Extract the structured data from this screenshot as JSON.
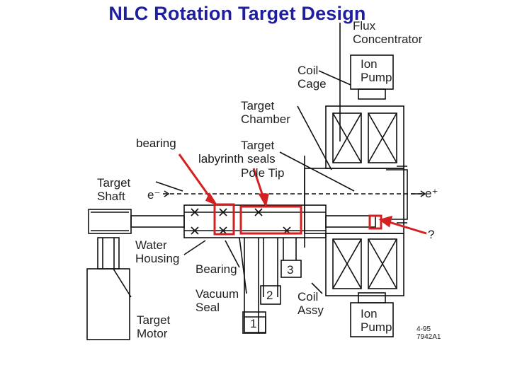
{
  "slide": {
    "title": "NLC Rotation Target Design"
  },
  "annotations": {
    "bearing": "bearing",
    "labyrinth": "labyrinth seals",
    "question": "?"
  },
  "labels": {
    "flux_concentrator": [
      "Flux",
      "Concentrator"
    ],
    "ion_pump_top": [
      "Ion",
      "Pump"
    ],
    "coil_cage": [
      "Coil",
      "Cage"
    ],
    "target_chamber": [
      "Target",
      "Chamber"
    ],
    "target_pole_tip": [
      "Target",
      "Pole Tip"
    ],
    "target_shaft": [
      "Target",
      "Shaft"
    ],
    "e_minus": "e⁻",
    "e_plus": "e⁺",
    "water_housing": [
      "Water",
      "Housing"
    ],
    "bearing_label": "Bearing",
    "vacuum_seal": [
      "Vacuum",
      "Seal"
    ],
    "coil_assy": [
      "Coil",
      "Assy"
    ],
    "ion_pump_bottom": [
      "Ion",
      "Pump"
    ],
    "target_motor": [
      "Target",
      "Motor"
    ],
    "num_1": "1",
    "num_2": "2",
    "num_3": "3",
    "drawing_id": [
      "4-95",
      "7942A1"
    ]
  },
  "colors": {
    "title": "#1f1f9e",
    "highlight": "#d42020",
    "line": "#111111"
  }
}
